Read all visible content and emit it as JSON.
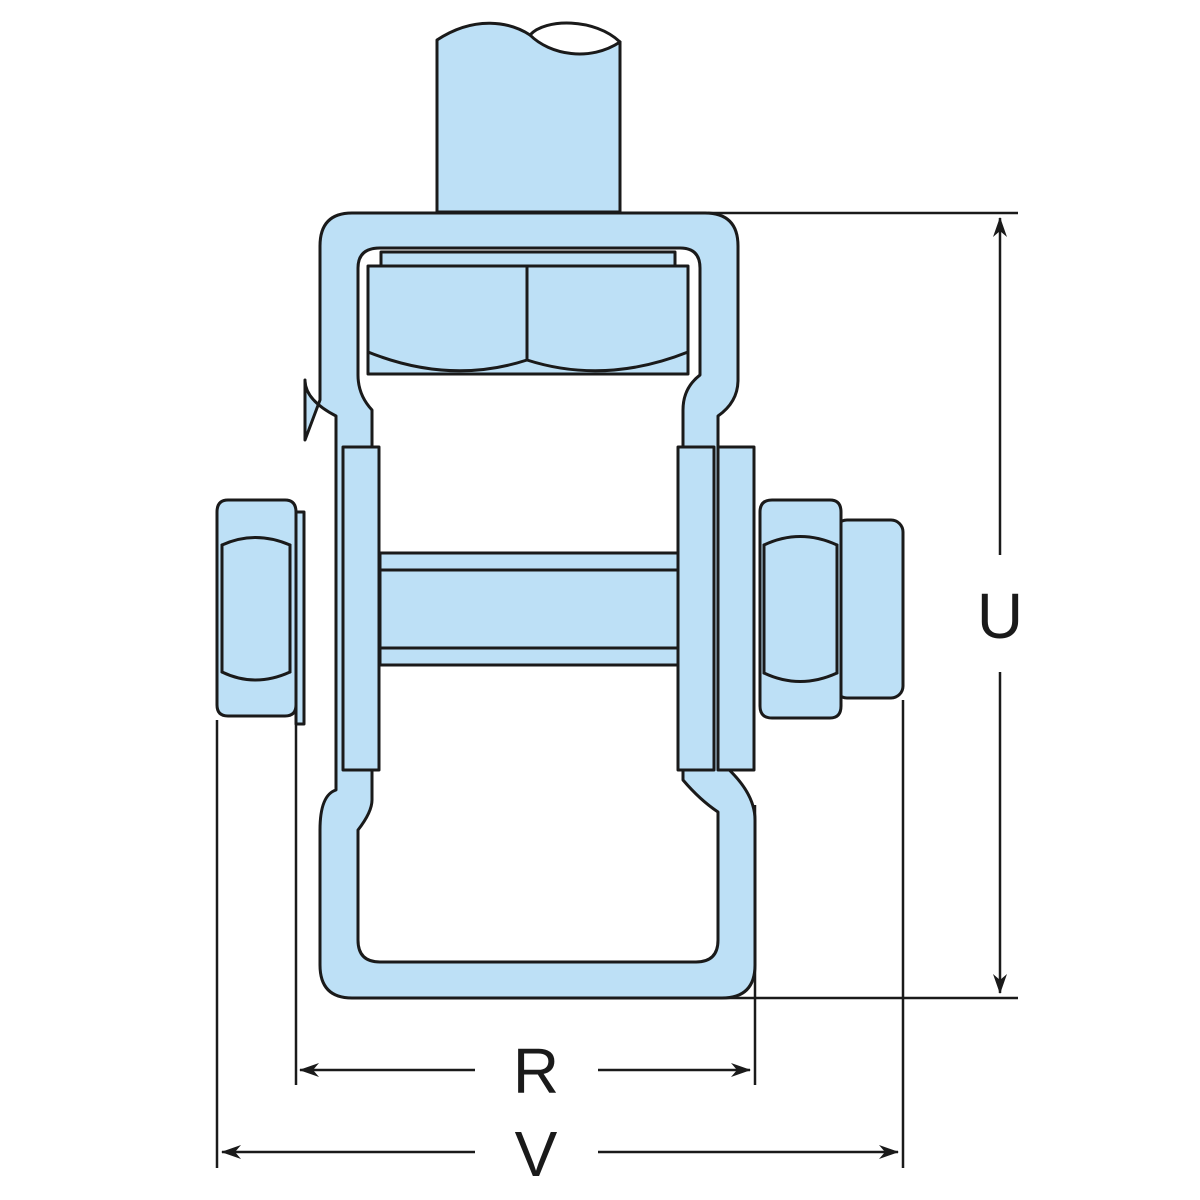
{
  "diagram": {
    "dimensions": {
      "u": "U",
      "r": "R",
      "v": "V"
    },
    "colors": {
      "part_fill": "#bde0f6",
      "outline": "#1a1a1a",
      "background": "#ffffff"
    }
  }
}
